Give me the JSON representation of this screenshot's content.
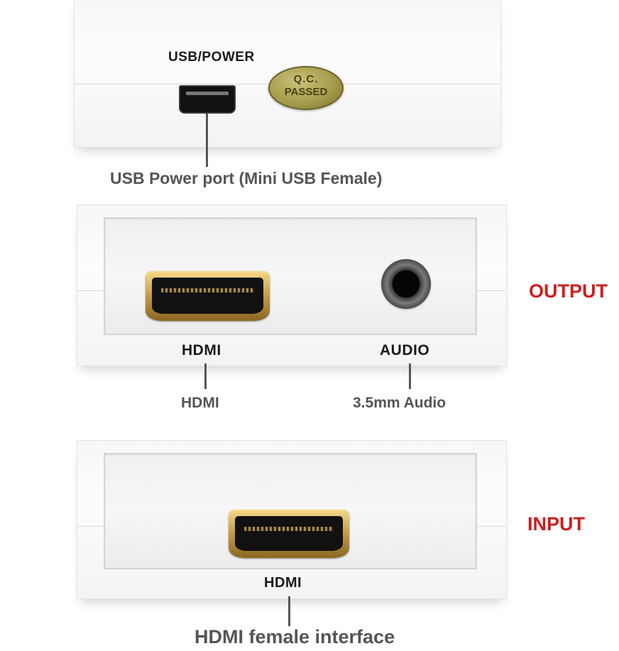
{
  "top_unit": {
    "port_label": "USB/POWER",
    "badge_line1": "Q.C.",
    "badge_line2": "PASSED",
    "caption": "USB Power port (Mini USB Female)"
  },
  "output_unit": {
    "side_label": "OUTPUT",
    "hdmi_label": "HDMI",
    "audio_label": "AUDIO",
    "hdmi_caption": "HDMI",
    "audio_caption": "3.5mm Audio"
  },
  "input_unit": {
    "side_label": "INPUT",
    "hdmi_label": "HDMI",
    "caption": "HDMI female interface"
  },
  "colors": {
    "side_label": "#cc1f1f",
    "caption": "#555555",
    "gold_port": "#c9a04a",
    "qc_badge": "#a89c4c"
  },
  "icons": [
    "mini-usb-port-icon",
    "qc-passed-badge-icon",
    "hdmi-port-icon",
    "audio-jack-icon"
  ]
}
